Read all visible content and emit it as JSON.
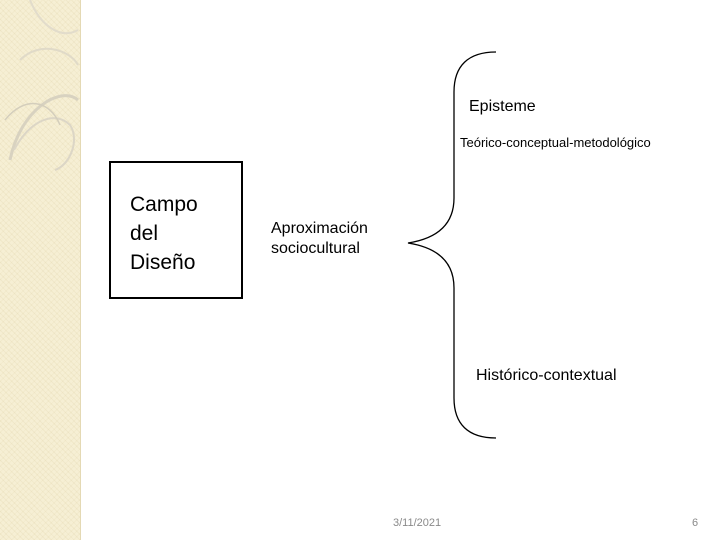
{
  "campo": {
    "line1": "Campo",
    "line2": "del",
    "line3": "Diseño"
  },
  "aproximacion": {
    "line1": "Aproximación",
    "line2": "sociocultural"
  },
  "brace_items": {
    "top_title": "Episteme",
    "top_subtitle": "Teórico-conceptual-metodológico",
    "bottom_title": "Histórico-contextual"
  },
  "footer": {
    "date": "3/11/2021",
    "page_number": "6"
  },
  "colors": {
    "side_band": "#f6efd4",
    "footer_text": "#8a8a8a"
  }
}
